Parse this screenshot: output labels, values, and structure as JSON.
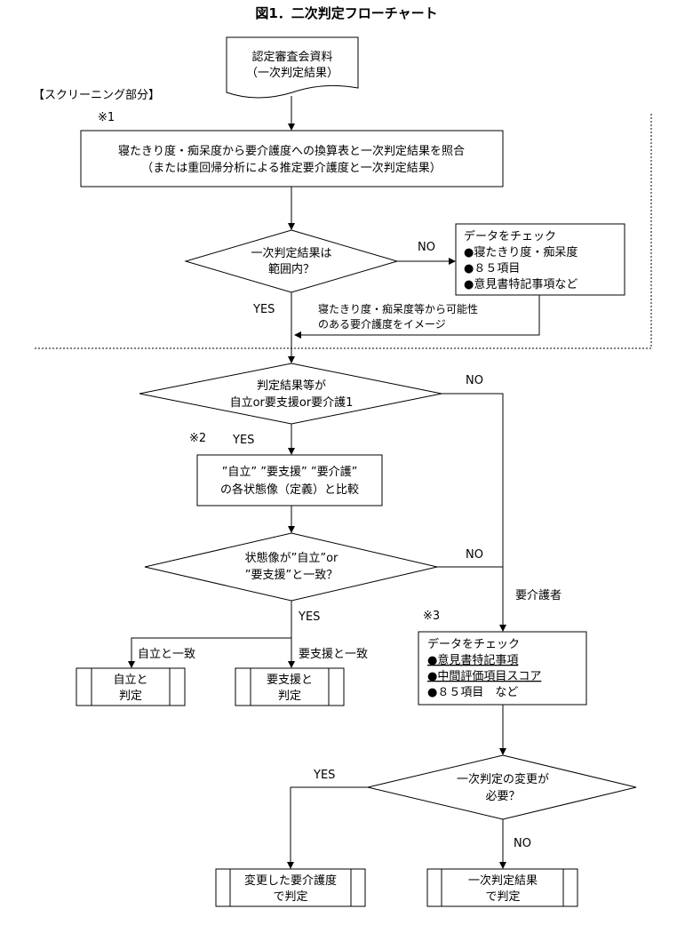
{
  "title": "図1．二次判定フローチャート",
  "screening_label": "【スクリーニング部分】",
  "notes": {
    "n1": "※1",
    "n2": "※2",
    "n3": "※3"
  },
  "start_doc": [
    "認定審査会資料",
    "（一次判定結果）"
  ],
  "step1": [
    "寝たきり度・痴呆度から要介護度への換算表と一次判定結果を照合",
    "（または重回帰分析による推定要介護度と一次判定結果）"
  ],
  "decision1": [
    "一次判定結果は",
    "範囲内？"
  ],
  "check1": [
    "データをチェック",
    "●寝たきり度・痴呆度",
    "●８５項目",
    "●意見書特記事項など"
  ],
  "return_note": [
    "寝たきり度・痴呆度等から可能性",
    "のある要介護度をイメージ"
  ],
  "decision2": [
    "判定結果等が",
    "自立or要支援or要介護1"
  ],
  "compare_box": [
    "”自立” ”要支援” ”要介護”",
    "の各状態像（定義）と比較"
  ],
  "decision3": [
    "状態像が”自立”or",
    "”要支援”と一致？"
  ],
  "match_jiritsu": "自立と一致",
  "match_yoshien": "要支援と一致",
  "result_jiritsu": [
    "自立と",
    "判定"
  ],
  "result_yoshien": [
    "要支援と",
    "判定"
  ],
  "yokaigosha": "要介護者",
  "check2": [
    "データをチェック",
    "●意見書特記事項",
    "●中間評価項目スコア",
    "●８５項目　など"
  ],
  "decision4": [
    "一次判定の変更が",
    "必要？"
  ],
  "result_changed": [
    "変更した要介護度",
    "で判定"
  ],
  "result_primary": [
    "一次判定結果",
    "で判定"
  ],
  "yes": "YES",
  "no": "NO"
}
